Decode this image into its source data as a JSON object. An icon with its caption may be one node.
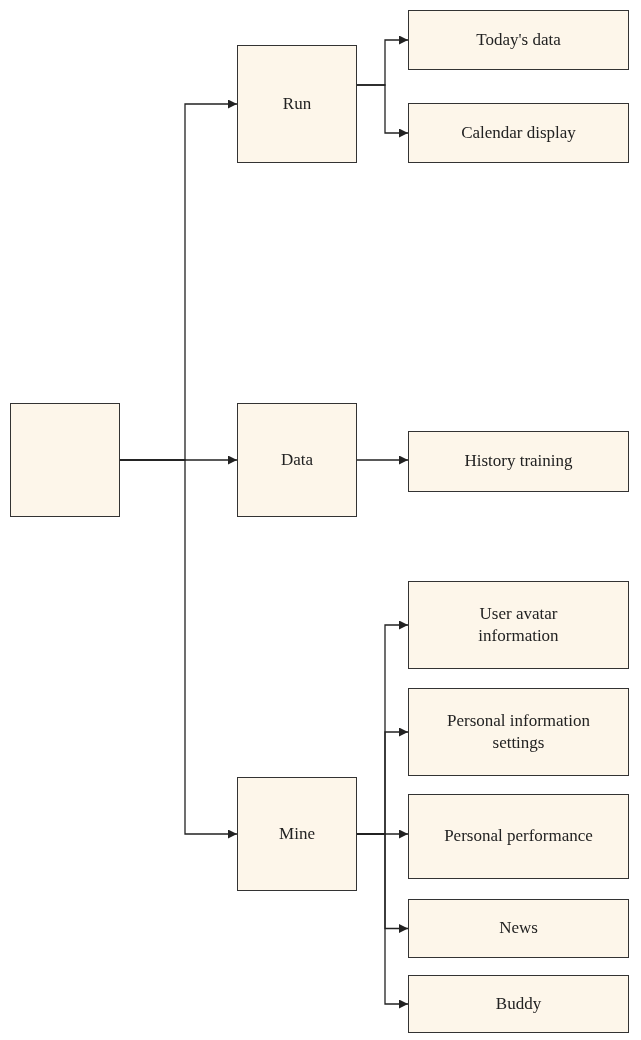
{
  "diagram": {
    "nodes": [
      {
        "text": [],
        "shape": "box"
      },
      {
        "text": [
          "Run"
        ]
      },
      {
        "text": [
          "Data"
        ]
      },
      {
        "text": [
          "Mine"
        ]
      },
      {
        "text": [
          "Today's data"
        ]
      },
      {
        "text": [
          "Calendar display"
        ]
      },
      {
        "text": [
          "History training"
        ]
      },
      {
        "text": [
          "User avatar information"
        ]
      },
      {
        "text": [
          "Personal information settings"
        ]
      },
      {
        "text": [
          "Personal performance"
        ]
      },
      {
        "text": [
          "News"
        ]
      },
      {
        "text": [
          "Buddy"
        ]
      }
    ],
    "edges": [
      {
        "from": 0,
        "to": 1,
        "arrow": "to"
      },
      {
        "from": 0,
        "to": 2,
        "arrow": "to"
      },
      {
        "from": 0,
        "to": 3,
        "arrow": "to"
      },
      {
        "from": 1,
        "to": 4,
        "arrow": "to"
      },
      {
        "from": 1,
        "to": 5,
        "arrow": "to"
      },
      {
        "from": 2,
        "to": 6,
        "arrow": "to"
      },
      {
        "from": 3,
        "to": 7,
        "arrow": "to"
      },
      {
        "from": 3,
        "to": 8,
        "arrow": "to"
      },
      {
        "from": 3,
        "to": 9,
        "arrow": "to"
      },
      {
        "from": 3,
        "to": 10,
        "arrow": "to"
      },
      {
        "from": 3,
        "to": 11,
        "arrow": "to"
      }
    ]
  }
}
